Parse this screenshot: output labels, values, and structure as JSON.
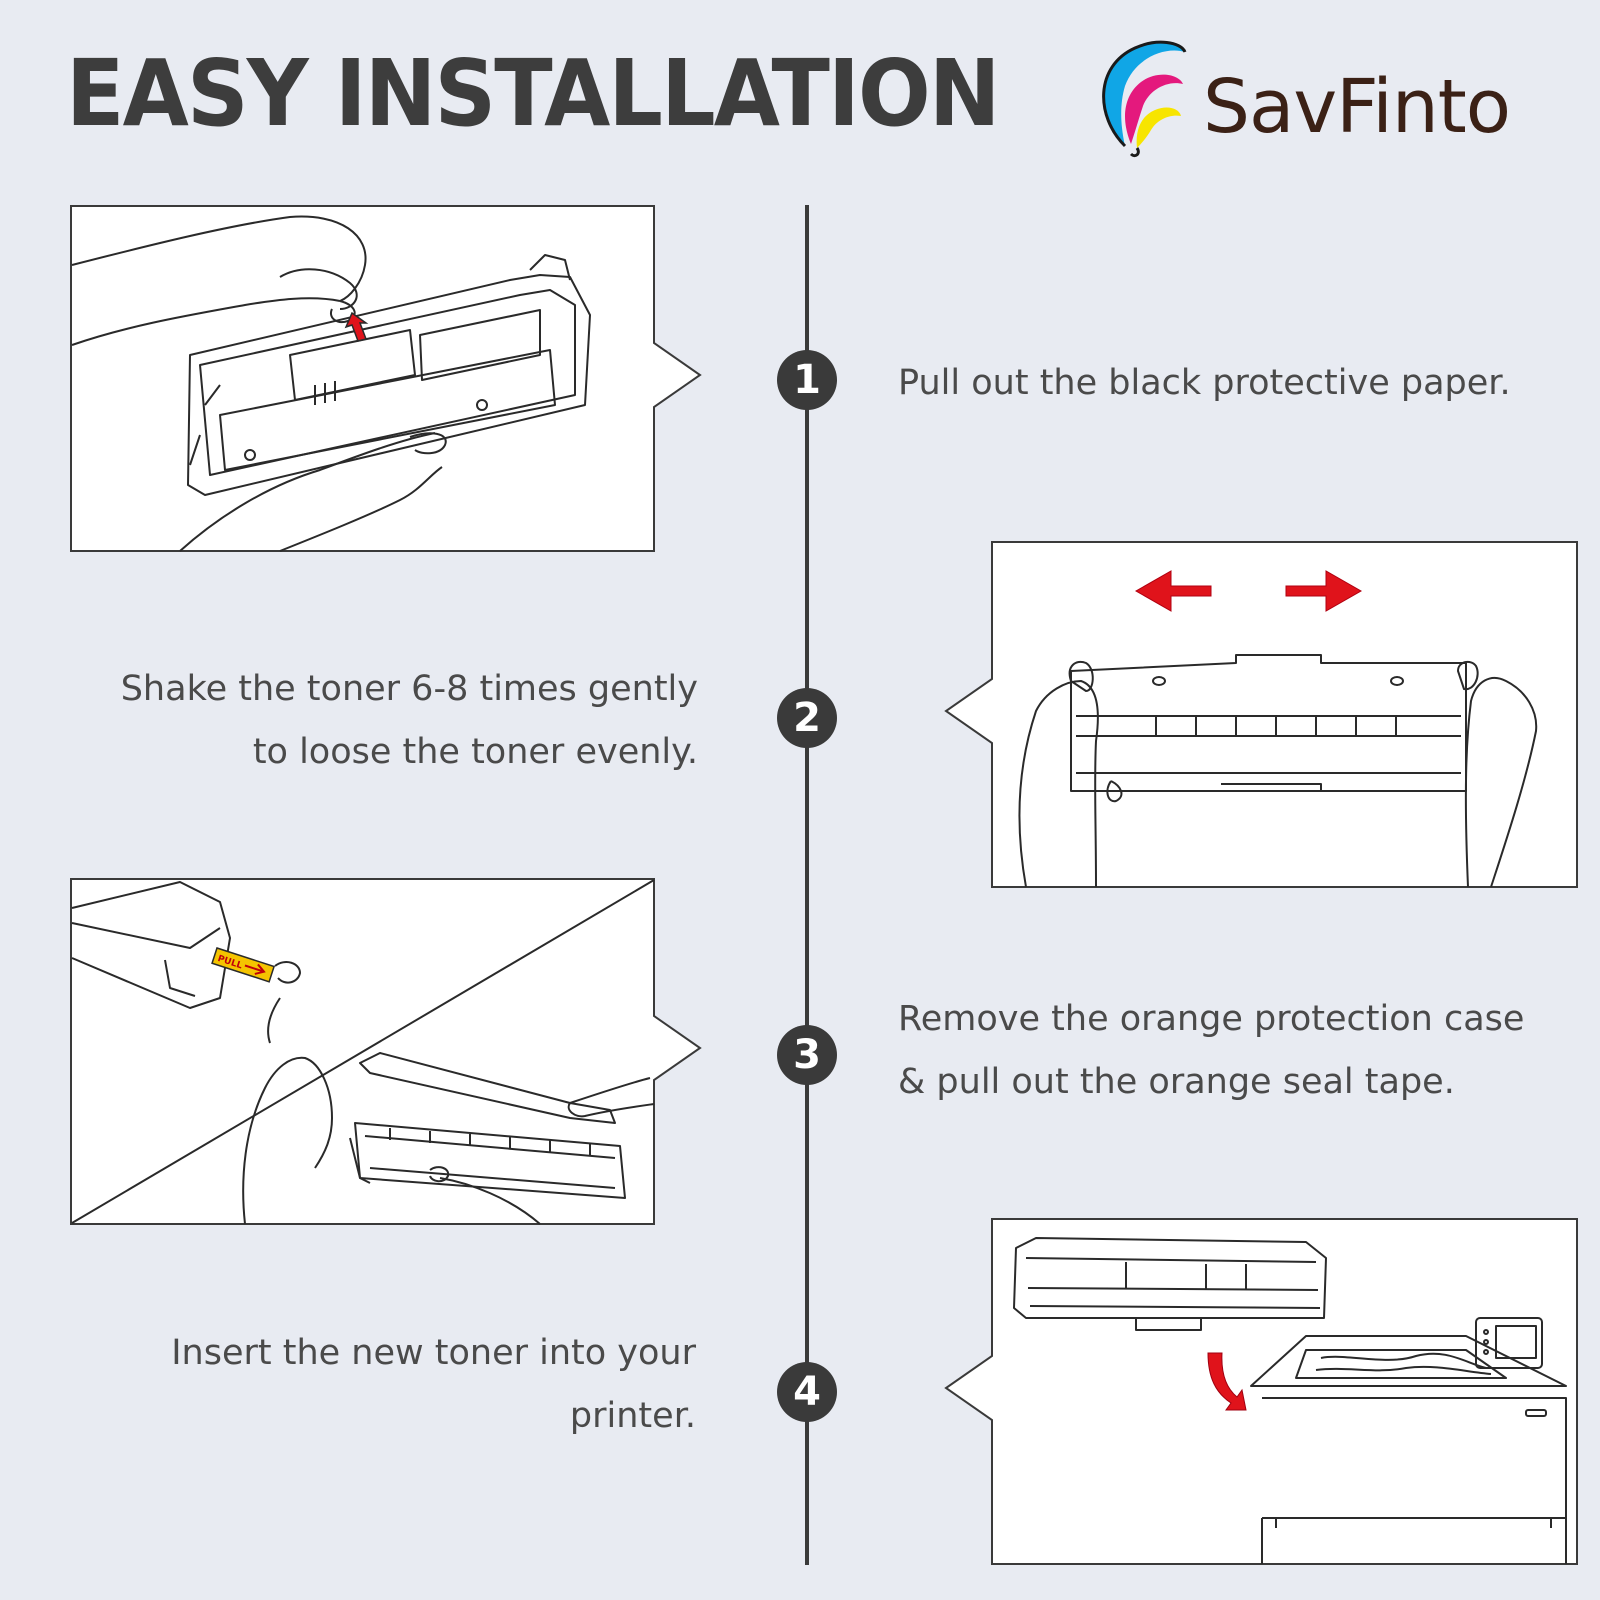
{
  "header": {
    "title": "EASY INSTALLATION",
    "brand": "SavFinto"
  },
  "steps": [
    {
      "number": "1",
      "text": "Pull out the black protective paper."
    },
    {
      "number": "2",
      "text": "Shake the toner 6-8 times gently\nto loose the toner evenly."
    },
    {
      "number": "3",
      "text": "Remove the orange protection case\n& pull out the orange seal tape."
    },
    {
      "number": "4",
      "text": "Insert the new toner into your\nprinter."
    }
  ],
  "illustrations": {
    "pull_tab_label": "PULL"
  },
  "colors": {
    "background": "#e8ebf2",
    "title": "#3d3d3d",
    "brand_text": "#3b2116",
    "arrow_red": "#e0131b",
    "tape_yellow": "#f5c400",
    "logo_cyan": "#10a6e6",
    "logo_magenta": "#e4197d",
    "logo_yellow": "#f7e500"
  }
}
